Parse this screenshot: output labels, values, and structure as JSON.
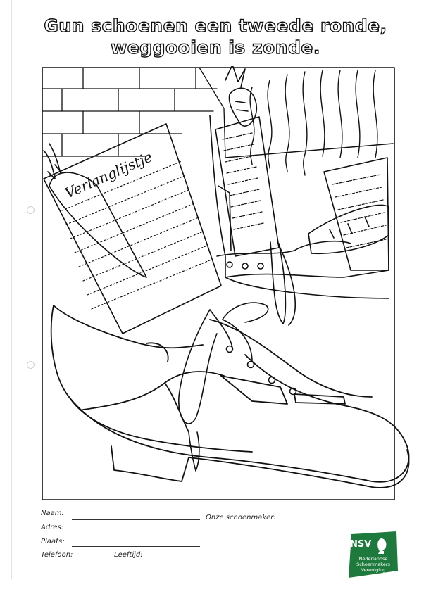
{
  "title": {
    "line1": "Gun schoenen een tweede ronde,",
    "line2": "weggooien is zonde."
  },
  "note": {
    "heading": "Verlanglijstje"
  },
  "form": {
    "name_label": "Naam:",
    "address_label": "Adres:",
    "place_label": "Plaats:",
    "phone_label": "Telefoon:",
    "age_label": "Leeftijd:",
    "shoemaker_label": "Onze schoenmaker:"
  },
  "logo": {
    "abbr": "NSV",
    "line1": "Nederlandse",
    "line2": "Schoenmakers",
    "line3": "Vereniging",
    "color": "#1e7a3c"
  }
}
